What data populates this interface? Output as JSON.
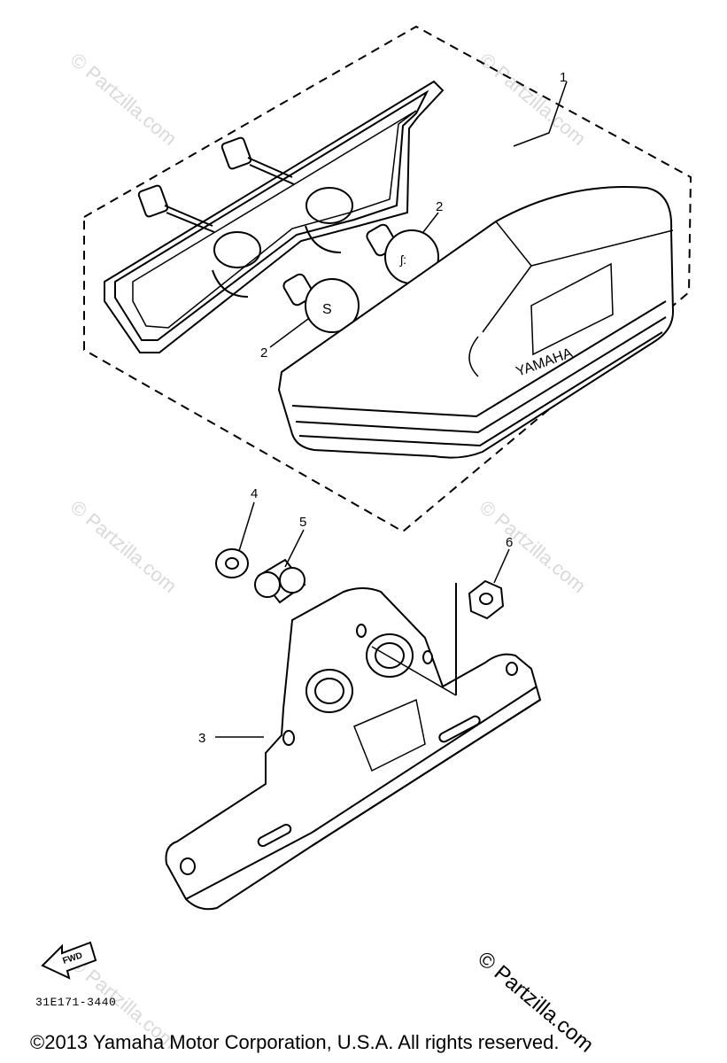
{
  "callouts": {
    "c1": "1",
    "c2a": "2",
    "c2b": "2",
    "c3": "3",
    "c4": "4",
    "c5": "5",
    "c6": "6"
  },
  "lens_text": "YAMAHA",
  "fwd_label": "FWD",
  "diagram_code": "31E171-3440",
  "watermark": "© Partzilla.com",
  "copyright": "©2013 Yamaha Motor Corporation, U.S.A. All rights reserved."
}
